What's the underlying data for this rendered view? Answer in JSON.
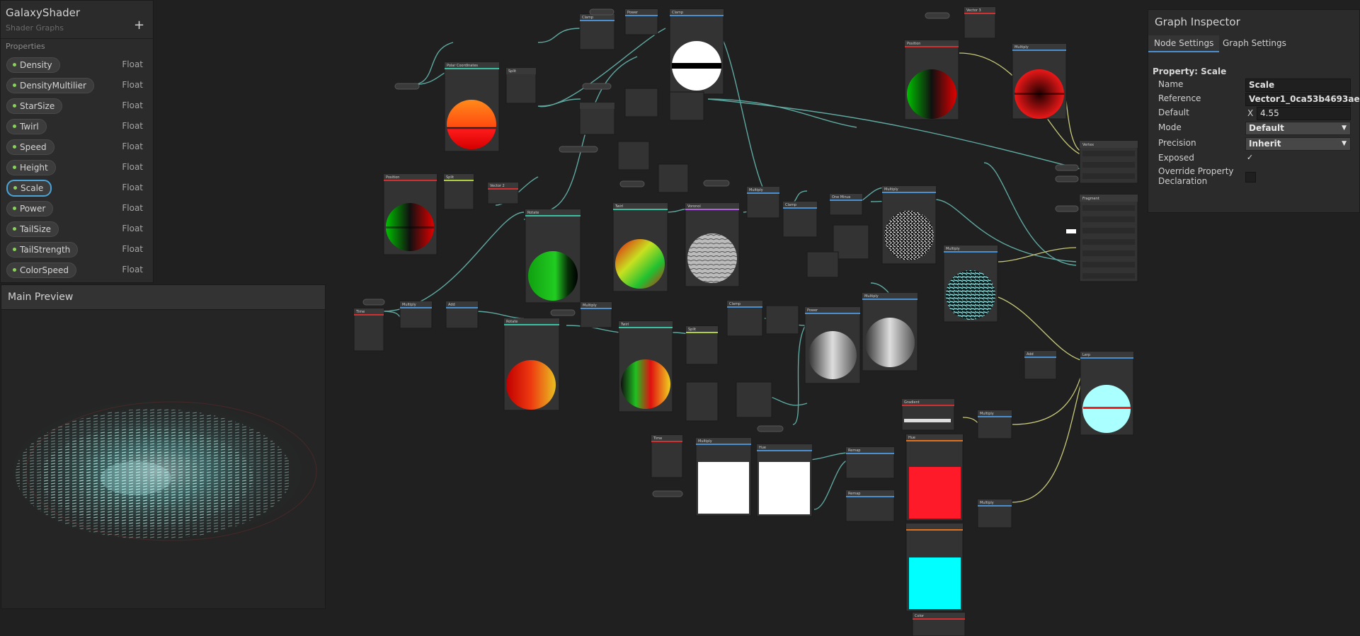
{
  "blackboard": {
    "title": "GalaxyShader",
    "subtitle": "Shader Graphs",
    "add_label": "+",
    "section_label": "Properties",
    "properties": [
      {
        "name": "Density",
        "type": "Float"
      },
      {
        "name": "DensityMultilier",
        "type": "Float"
      },
      {
        "name": "StarSize",
        "type": "Float"
      },
      {
        "name": "Twirl",
        "type": "Float"
      },
      {
        "name": "Speed",
        "type": "Float"
      },
      {
        "name": "Height",
        "type": "Float"
      },
      {
        "name": "Scale",
        "type": "Float",
        "selected": true
      },
      {
        "name": "Power",
        "type": "Float"
      },
      {
        "name": "TailSize",
        "type": "Float"
      },
      {
        "name": "TailStrength",
        "type": "Float"
      },
      {
        "name": "ColorSpeed",
        "type": "Float"
      }
    ]
  },
  "preview": {
    "title": "Main Preview",
    "accent": "#7ed6df"
  },
  "inspector": {
    "title": "Graph Inspector",
    "tabs": [
      "Node Settings",
      "Graph Settings"
    ],
    "heading": "Property: Scale",
    "rows": {
      "name_label": "Name",
      "name_value": "Scale",
      "reference_label": "Reference",
      "reference_value": "Vector1_0ca53b4693ae",
      "default_label": "Default",
      "default_axis": "X",
      "default_value": "4.55",
      "mode_label": "Mode",
      "mode_value": "Default",
      "precision_label": "Precision",
      "precision_value": "Inherit",
      "exposed_label": "Exposed",
      "exposed_value": true,
      "override_label_1": "Override Property",
      "override_label_2": "Declaration",
      "override_value": false
    }
  },
  "graph": {
    "nodes": [
      {
        "title": "Polar Coordinates"
      },
      {
        "title": "Split"
      },
      {
        "title": "Clamp"
      },
      {
        "title": "Power"
      },
      {
        "title": "Clamp"
      },
      {
        "title": "Position"
      },
      {
        "title": "Split"
      },
      {
        "title": "Vector 2"
      },
      {
        "title": "Rotate"
      },
      {
        "title": "Twirl"
      },
      {
        "title": "Voronoi"
      },
      {
        "title": "Multiply"
      },
      {
        "title": "Clamp"
      },
      {
        "title": "One Minus"
      },
      {
        "title": "Multiply"
      },
      {
        "title": "Time"
      },
      {
        "title": "Multiply"
      },
      {
        "title": "Add"
      },
      {
        "title": "Rotate"
      },
      {
        "title": "Multiply"
      },
      {
        "title": "Twirl"
      },
      {
        "title": "Split"
      },
      {
        "title": "Clamp"
      },
      {
        "title": "Power"
      },
      {
        "title": "Multiply"
      },
      {
        "title": "Time"
      },
      {
        "title": "Multiply"
      },
      {
        "title": "Hue"
      },
      {
        "title": "Remap"
      },
      {
        "title": "Remap"
      },
      {
        "title": "Gradient"
      },
      {
        "title": "Hue"
      },
      {
        "title": "Multiply"
      },
      {
        "title": "Multiply"
      },
      {
        "title": "Add"
      },
      {
        "title": "Lerp"
      },
      {
        "title": "Position"
      },
      {
        "title": "Multiply"
      },
      {
        "title": "Vector 3"
      },
      {
        "title": "Vertex"
      },
      {
        "title": "Fragment"
      },
      {
        "title": "Color"
      }
    ],
    "colors": {
      "wire": "#5fa8a0",
      "wire_yellow": "#c8c87a",
      "node_bg": "#333333",
      "header": "#393939"
    }
  }
}
